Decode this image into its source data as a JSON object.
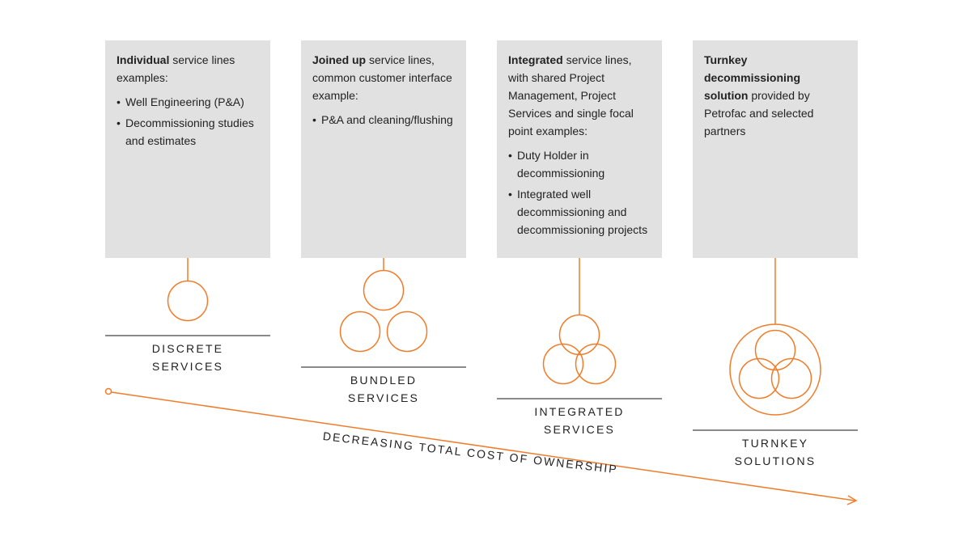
{
  "accent_color": "#f07c2a",
  "stages": [
    {
      "lead_bold": "Individual",
      "lead_rest": " service lines examples:",
      "bullets": [
        "Well Engineering (P&A)",
        "Decommissioning studies and estimates"
      ],
      "label_line1": "DISCRETE",
      "label_line2": "SERVICES",
      "icon": "single-circle-icon"
    },
    {
      "lead_bold": "Joined up",
      "lead_rest": " service lines, common customer interface example:",
      "bullets": [
        "P&A and cleaning/flushing"
      ],
      "label_line1": "BUNDLED",
      "label_line2": "SERVICES",
      "icon": "three-separate-circles-icon"
    },
    {
      "lead_bold": "Integrated",
      "lead_rest": " service lines, with shared Project Management, Project Services and single focal point examples:",
      "bullets": [
        "Duty Holder in decommissioning",
        "Integrated well decommissioning and decommissioning projects"
      ],
      "label_line1": "INTEGRATED",
      "label_line2": "SERVICES",
      "icon": "three-overlapping-circles-icon"
    },
    {
      "lead_bold": "Turnkey decommissioning solution",
      "lead_rest": " provided by Petrofac and selected partners",
      "bullets": [],
      "label_line1": "TURNKEY",
      "label_line2": "SOLUTIONS",
      "icon": "enclosed-overlapping-circles-icon"
    }
  ],
  "axis_label": "DECREASING TOTAL COST OF OWNERSHIP"
}
